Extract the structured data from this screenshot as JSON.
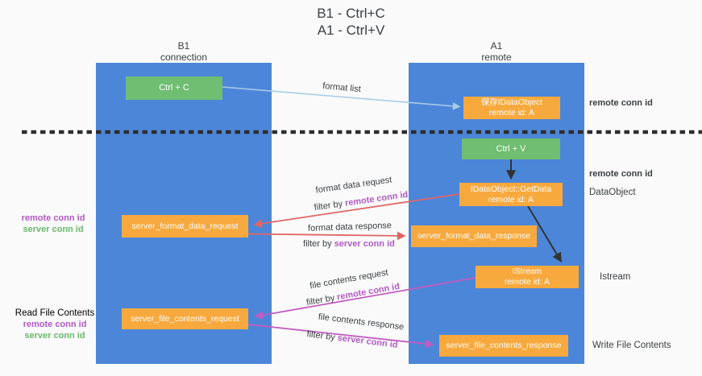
{
  "title": {
    "line1": "B1 - Ctrl+C",
    "line2": "A1 - Ctrl+V"
  },
  "columns": {
    "left": {
      "name": "B1",
      "role": "connection"
    },
    "right": {
      "name": "A1",
      "role": "remote"
    }
  },
  "nodes": {
    "ctrl_c": {
      "label": "Ctrl + C"
    },
    "save_dataobject": {
      "line1": "保存IDataObject",
      "line2": "remote id: A"
    },
    "ctrl_v": {
      "label": "Ctrl + V"
    },
    "getdata": {
      "line1": "IDataObject::GetData",
      "line2": "remote id: A"
    },
    "format_request": {
      "label": "server_format_data_request"
    },
    "format_response": {
      "label": "server_format_data_response"
    },
    "istream": {
      "line1": "IStream",
      "line2": "remote id: A"
    },
    "file_request": {
      "label": "server_file_contents_request"
    },
    "file_response": {
      "label": "server_file_contents_response"
    }
  },
  "arrow_labels": {
    "format_list": "format list",
    "format_data_request": "format data request",
    "format_data_response": "format data response",
    "file_contents_request": "file contents request",
    "file_contents_response": "file contents response",
    "filter_by": "filter by ",
    "remote_conn_id": "remote conn id",
    "server_conn_id": "server conn id"
  },
  "side_labels": {
    "remote_conn_id_top": "remote conn id",
    "remote_conn_id_mid": "remote conn id",
    "dataobject": "DataObject",
    "istream": "Istream",
    "write_file_contents": "Write File Contents",
    "left_remote_conn_id": "remote conn id",
    "left_server_conn_id": "server conn id",
    "read_file_contents": "Read File Contents",
    "read_remote_conn_id": "remote conn id",
    "read_server_conn_id": "server conn id"
  },
  "colors": {
    "bg": "#fafafa",
    "column_blue": "#4c86d8",
    "box_green": "#6fbe72",
    "box_orange": "#f8a93e",
    "text_dark": "#3c4043",
    "text_purple": "#b259c7",
    "text_green": "#68bb6b",
    "arrow_blue": "#a8cce8",
    "arrow_red": "#e06666",
    "arrow_magenta": "#c35bc3",
    "arrow_black": "#333333",
    "dash_line": "#2d2d2d"
  }
}
